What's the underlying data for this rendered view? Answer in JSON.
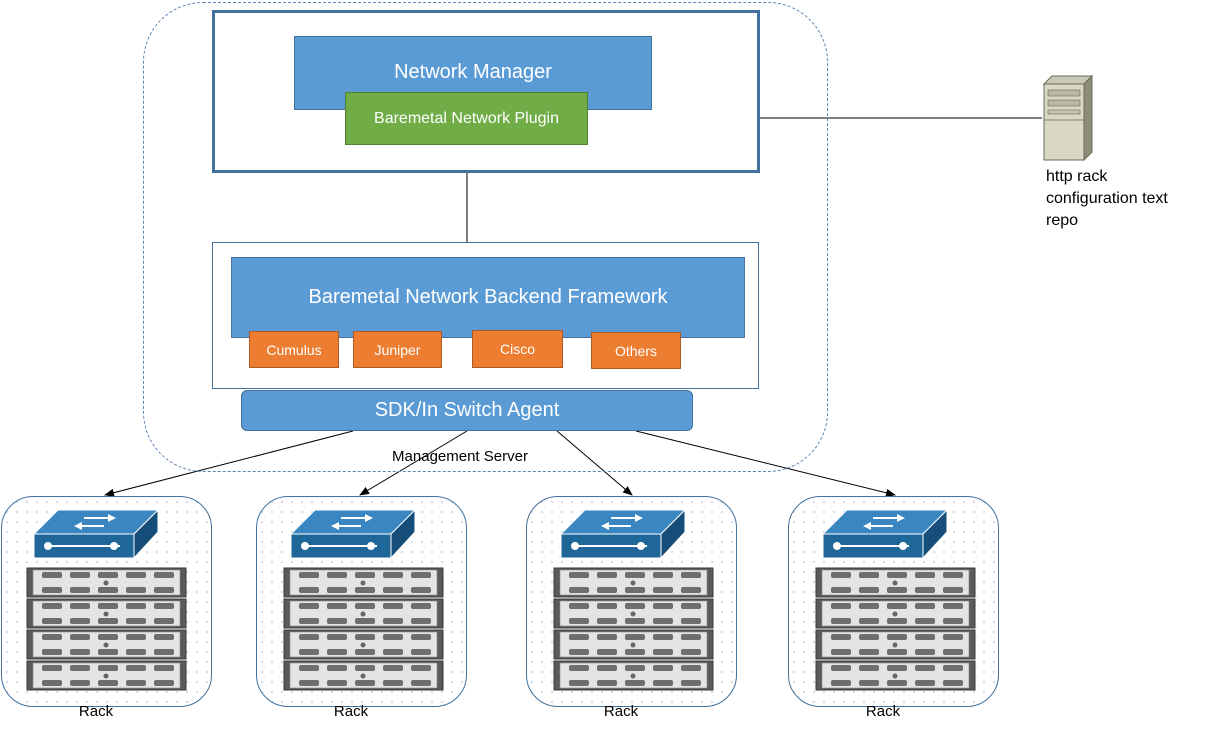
{
  "management_server": {
    "label": "Management Server",
    "network_manager": "Network Manager",
    "plugin": "Baremetal Network Plugin",
    "backend": "Baremetal Network Backend Framework",
    "vendors": [
      "Cumulus",
      "Juniper",
      "Cisco",
      "Others"
    ],
    "agent": "SDK/In Switch Agent"
  },
  "repo": {
    "line1": "http rack",
    "line2": "configuration text",
    "line3": "repo",
    "icon": "server-tower-icon"
  },
  "racks": [
    {
      "label": "Rack"
    },
    {
      "label": "Rack"
    },
    {
      "label": "Rack"
    },
    {
      "label": "Rack"
    }
  ],
  "colors": {
    "blue": "#5b9bd5",
    "green": "#70ad47",
    "orange": "#ed7d31",
    "switch": "#1f6799"
  }
}
